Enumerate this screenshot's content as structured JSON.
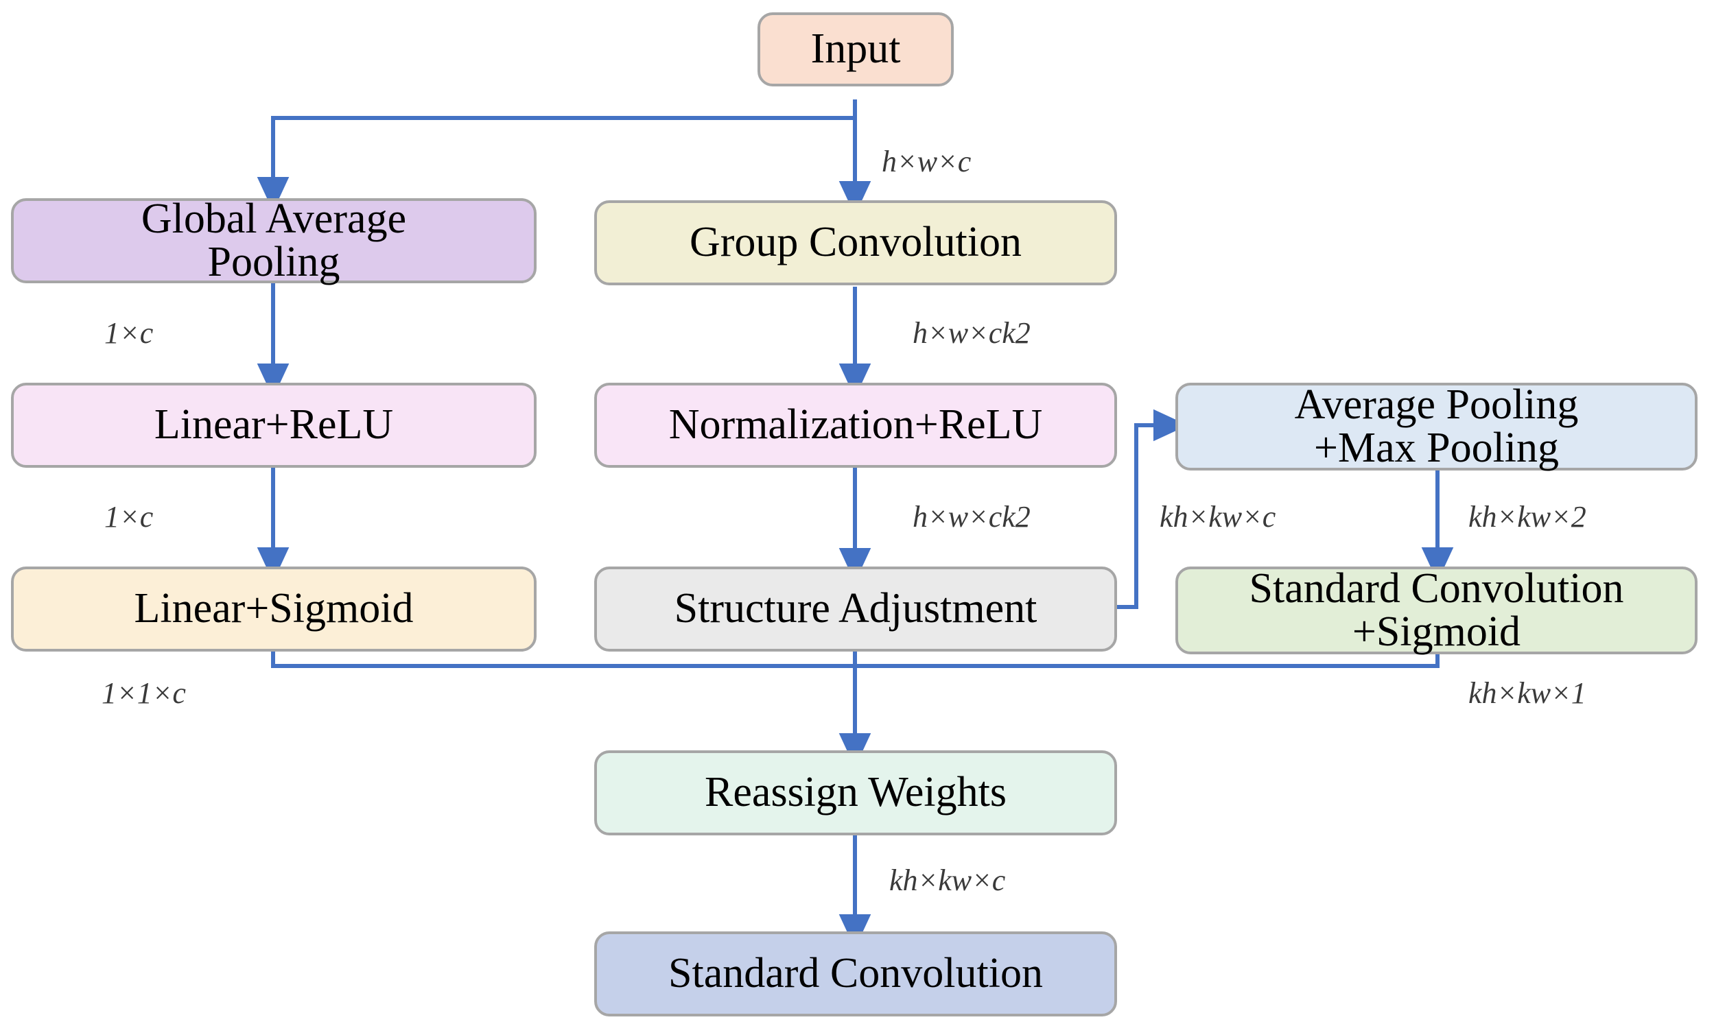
{
  "diagram": {
    "title": "Group convolution attention module flowchart",
    "nodes": [
      {
        "id": "input",
        "label": "Input",
        "color": "#fadfd0"
      },
      {
        "id": "gap",
        "label": "Global Average\nPooling",
        "color": "#ddcaec"
      },
      {
        "id": "groupconv",
        "label": "Group Convolution",
        "color": "#f2efd5"
      },
      {
        "id": "linear_relu",
        "label": "Linear+ReLU",
        "color": "#f8e4f6"
      },
      {
        "id": "norm_relu",
        "label": "Normalization+ReLU",
        "color": "#f9e5f7"
      },
      {
        "id": "avg_max_pool",
        "label": "Average Pooling\n+Max Pooling",
        "color": "#dde8f4"
      },
      {
        "id": "linear_sig",
        "label": "Linear+Sigmoid",
        "color": "#fcefd7"
      },
      {
        "id": "struct_adj",
        "label": "Structure Adjustment",
        "color": "#eaeaea"
      },
      {
        "id": "stdconv_sig",
        "label": "Standard Convolution\n+Sigmoid",
        "color": "#e2eed7"
      },
      {
        "id": "reassign",
        "label": "Reassign Weights",
        "color": "#e4f4ec"
      },
      {
        "id": "stdconv",
        "label": "Standard Convolution",
        "color": "#c5d0ea"
      }
    ],
    "edge_labels": [
      {
        "id": "e_input_groupconv",
        "text": "h×w×c"
      },
      {
        "id": "e_gap_linearrelu",
        "text": "1×c"
      },
      {
        "id": "e_groupconv_norm",
        "text": "h×w×ck2"
      },
      {
        "id": "e_linearrelu_sig",
        "text": "1×c"
      },
      {
        "id": "e_norm_struct",
        "text": "h×w×ck2"
      },
      {
        "id": "e_struct_pool",
        "text": "kh×kw×c"
      },
      {
        "id": "e_pool_stdconvsig",
        "text": "kh×kw×2"
      },
      {
        "id": "e_linearsig_reassign",
        "text": "1×1×c"
      },
      {
        "id": "e_stdconvsig_reassign",
        "text": "kh×kw×1"
      },
      {
        "id": "e_reassign_stdconv",
        "text": "kh×kw×c"
      }
    ],
    "style": {
      "wire_color": "#4472c4",
      "node_border": "#a6a6a6",
      "text_color": "#000000",
      "label_color": "#3a3a3a",
      "background": "#ffffff"
    }
  }
}
